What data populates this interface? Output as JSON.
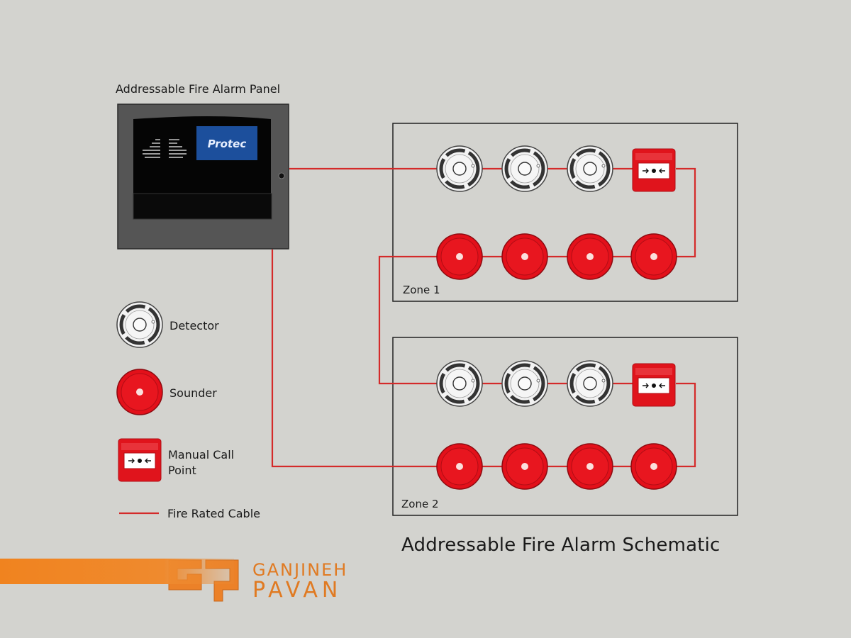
{
  "panel": {
    "title": "Addressable Fire Alarm Panel",
    "brand": "Protec"
  },
  "zones": [
    {
      "label": "Zone 1",
      "top_row": [
        "detector",
        "detector",
        "detector",
        "manual-call-point"
      ],
      "bottom_row": [
        "sounder",
        "sounder",
        "sounder",
        "sounder"
      ]
    },
    {
      "label": "Zone 2",
      "top_row": [
        "detector",
        "detector",
        "detector",
        "manual-call-point"
      ],
      "bottom_row": [
        "sounder",
        "sounder",
        "sounder",
        "sounder"
      ]
    }
  ],
  "legend": {
    "detector": "Detector",
    "sounder": "Sounder",
    "mcp_line1": "Manual Call",
    "mcp_line2": "Point",
    "cable": "Fire Rated Cable"
  },
  "title": "Addressable Fire Alarm Schematic",
  "watermark": {
    "line1": "GANJINEH",
    "line2": "PAVAN"
  },
  "colors": {
    "background": "#d3d3cf",
    "cable": "#d42a2a",
    "sounder": "#e3101a",
    "mcp": "#e0141c",
    "panel_body": "#555555",
    "panel_screen": "#1c4f9c",
    "brand_orange": "#ef8128"
  }
}
